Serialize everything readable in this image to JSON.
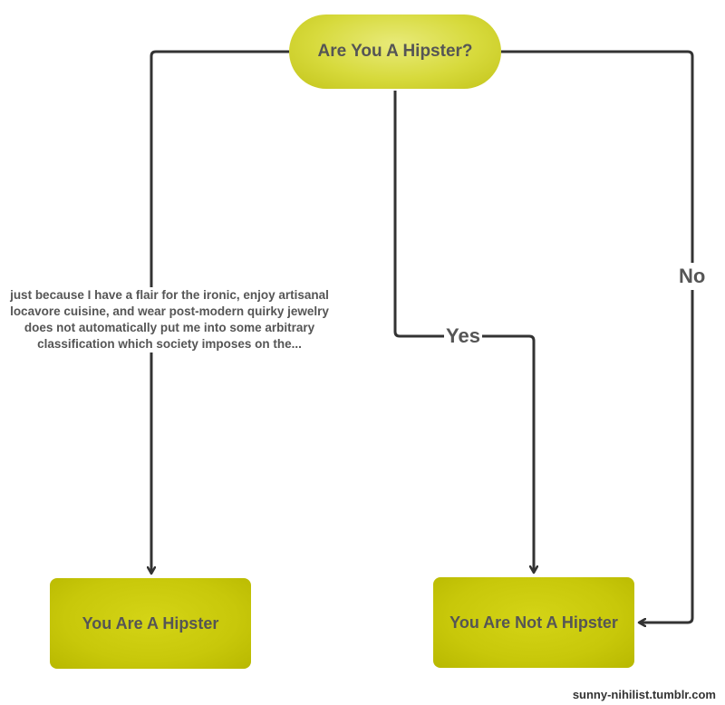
{
  "flowchart": {
    "start": "Are You A Hipster?",
    "outcome_hipster": "You Are A Hipster",
    "outcome_not_hipster": "You Are Not A Hipster",
    "edge_left_label": "just because I have a flair for the ironic, enjoy artisanal locavore cuisine, and wear post-modern quirky jewelry does not automatically put me into some arbitrary classification which society imposes on the...",
    "edge_middle_label": "Yes",
    "edge_right_label": "No"
  },
  "credit": "sunny-nihilist.tumblr.com",
  "colors": {
    "node_fill": "#c8c80a",
    "start_fill": "#d7da3c",
    "text": "#555555",
    "connector": "#333333"
  }
}
